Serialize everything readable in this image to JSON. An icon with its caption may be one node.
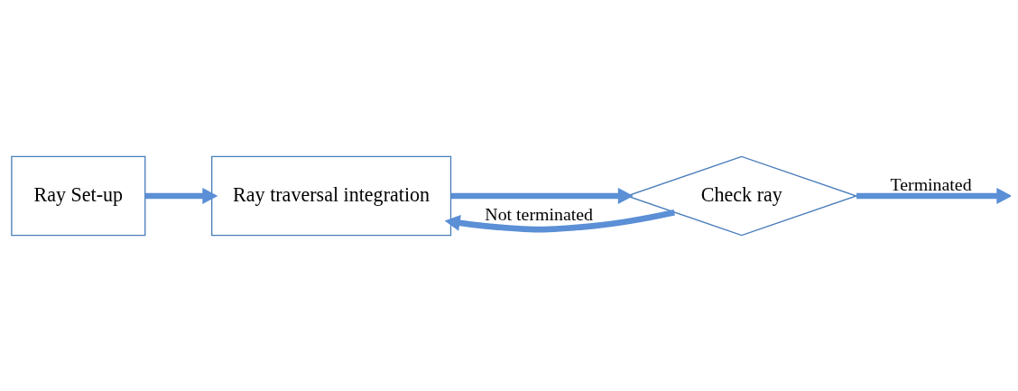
{
  "diagram": {
    "nodes": [
      {
        "text": [
          "Ray Set-up"
        ]
      },
      {
        "text": [
          "Ray traversal integration"
        ]
      },
      {
        "text": [
          "Check ray"
        ]
      }
    ],
    "edges": [
      {
        "from": 0,
        "to": 1,
        "arrow": "to"
      },
      {
        "from": 1,
        "to": 2,
        "arrow": "to"
      },
      {
        "from": 2,
        "to": null,
        "arrow": "to",
        "label": "Terminated"
      },
      {
        "from": 2,
        "to": 1,
        "arrow": "to",
        "label": "Not terminated"
      }
    ]
  }
}
